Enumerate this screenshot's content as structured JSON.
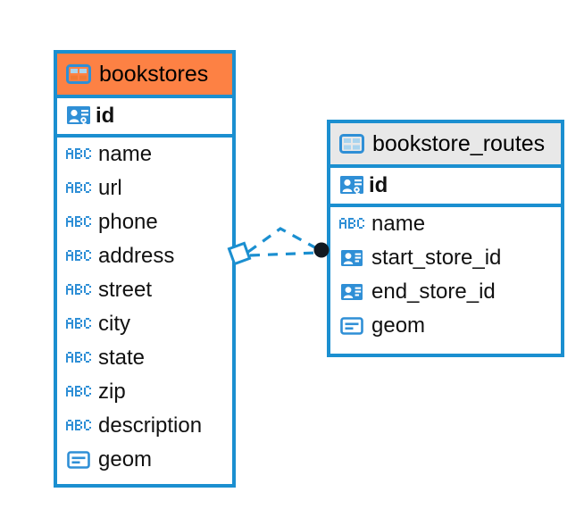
{
  "diagram": {
    "type": "entity-relationship-diagram",
    "background_color": "#ffffff",
    "accent_color": "#1b8fd0",
    "highlight_color": "#fd8144",
    "header_gray": "#e8e8e8",
    "entities": [
      {
        "name": "bookstores",
        "header_color": "#fd8144",
        "table_icon": "table-icon",
        "fields": [
          {
            "name": "id",
            "icon": "primary-key-icon",
            "kind": "primary-key"
          },
          {
            "name": "name",
            "icon": "abc-text-icon",
            "kind": "text"
          },
          {
            "name": "url",
            "icon": "abc-text-icon",
            "kind": "text"
          },
          {
            "name": "phone",
            "icon": "abc-text-icon",
            "kind": "text"
          },
          {
            "name": "address",
            "icon": "abc-text-icon",
            "kind": "text"
          },
          {
            "name": "street",
            "icon": "abc-text-icon",
            "kind": "text"
          },
          {
            "name": "city",
            "icon": "abc-text-icon",
            "kind": "text"
          },
          {
            "name": "state",
            "icon": "abc-text-icon",
            "kind": "text"
          },
          {
            "name": "zip",
            "icon": "abc-text-icon",
            "kind": "text"
          },
          {
            "name": "description",
            "icon": "abc-text-icon",
            "kind": "text"
          },
          {
            "name": "geom",
            "icon": "geometry-icon",
            "kind": "geometry"
          }
        ]
      },
      {
        "name": "bookstore_routes",
        "header_color": "#e8e8e8",
        "table_icon": "table-icon",
        "fields": [
          {
            "name": "id",
            "icon": "primary-key-icon",
            "kind": "primary-key"
          },
          {
            "name": "name",
            "icon": "abc-text-icon",
            "kind": "text"
          },
          {
            "name": "start_store_id",
            "icon": "foreign-key-icon",
            "kind": "foreign-key"
          },
          {
            "name": "end_store_id",
            "icon": "foreign-key-icon",
            "kind": "foreign-key"
          },
          {
            "name": "geom",
            "icon": "geometry-icon",
            "kind": "geometry"
          }
        ]
      }
    ],
    "relationships": [
      {
        "from_entity": "bookstores",
        "to_entity": "bookstore_routes",
        "line_style": "dashed",
        "line_color": "#1b8fd0",
        "source_marker": "rotated-square-marker",
        "target_marker": "filled-circle-marker",
        "lines": 2
      }
    ]
  }
}
